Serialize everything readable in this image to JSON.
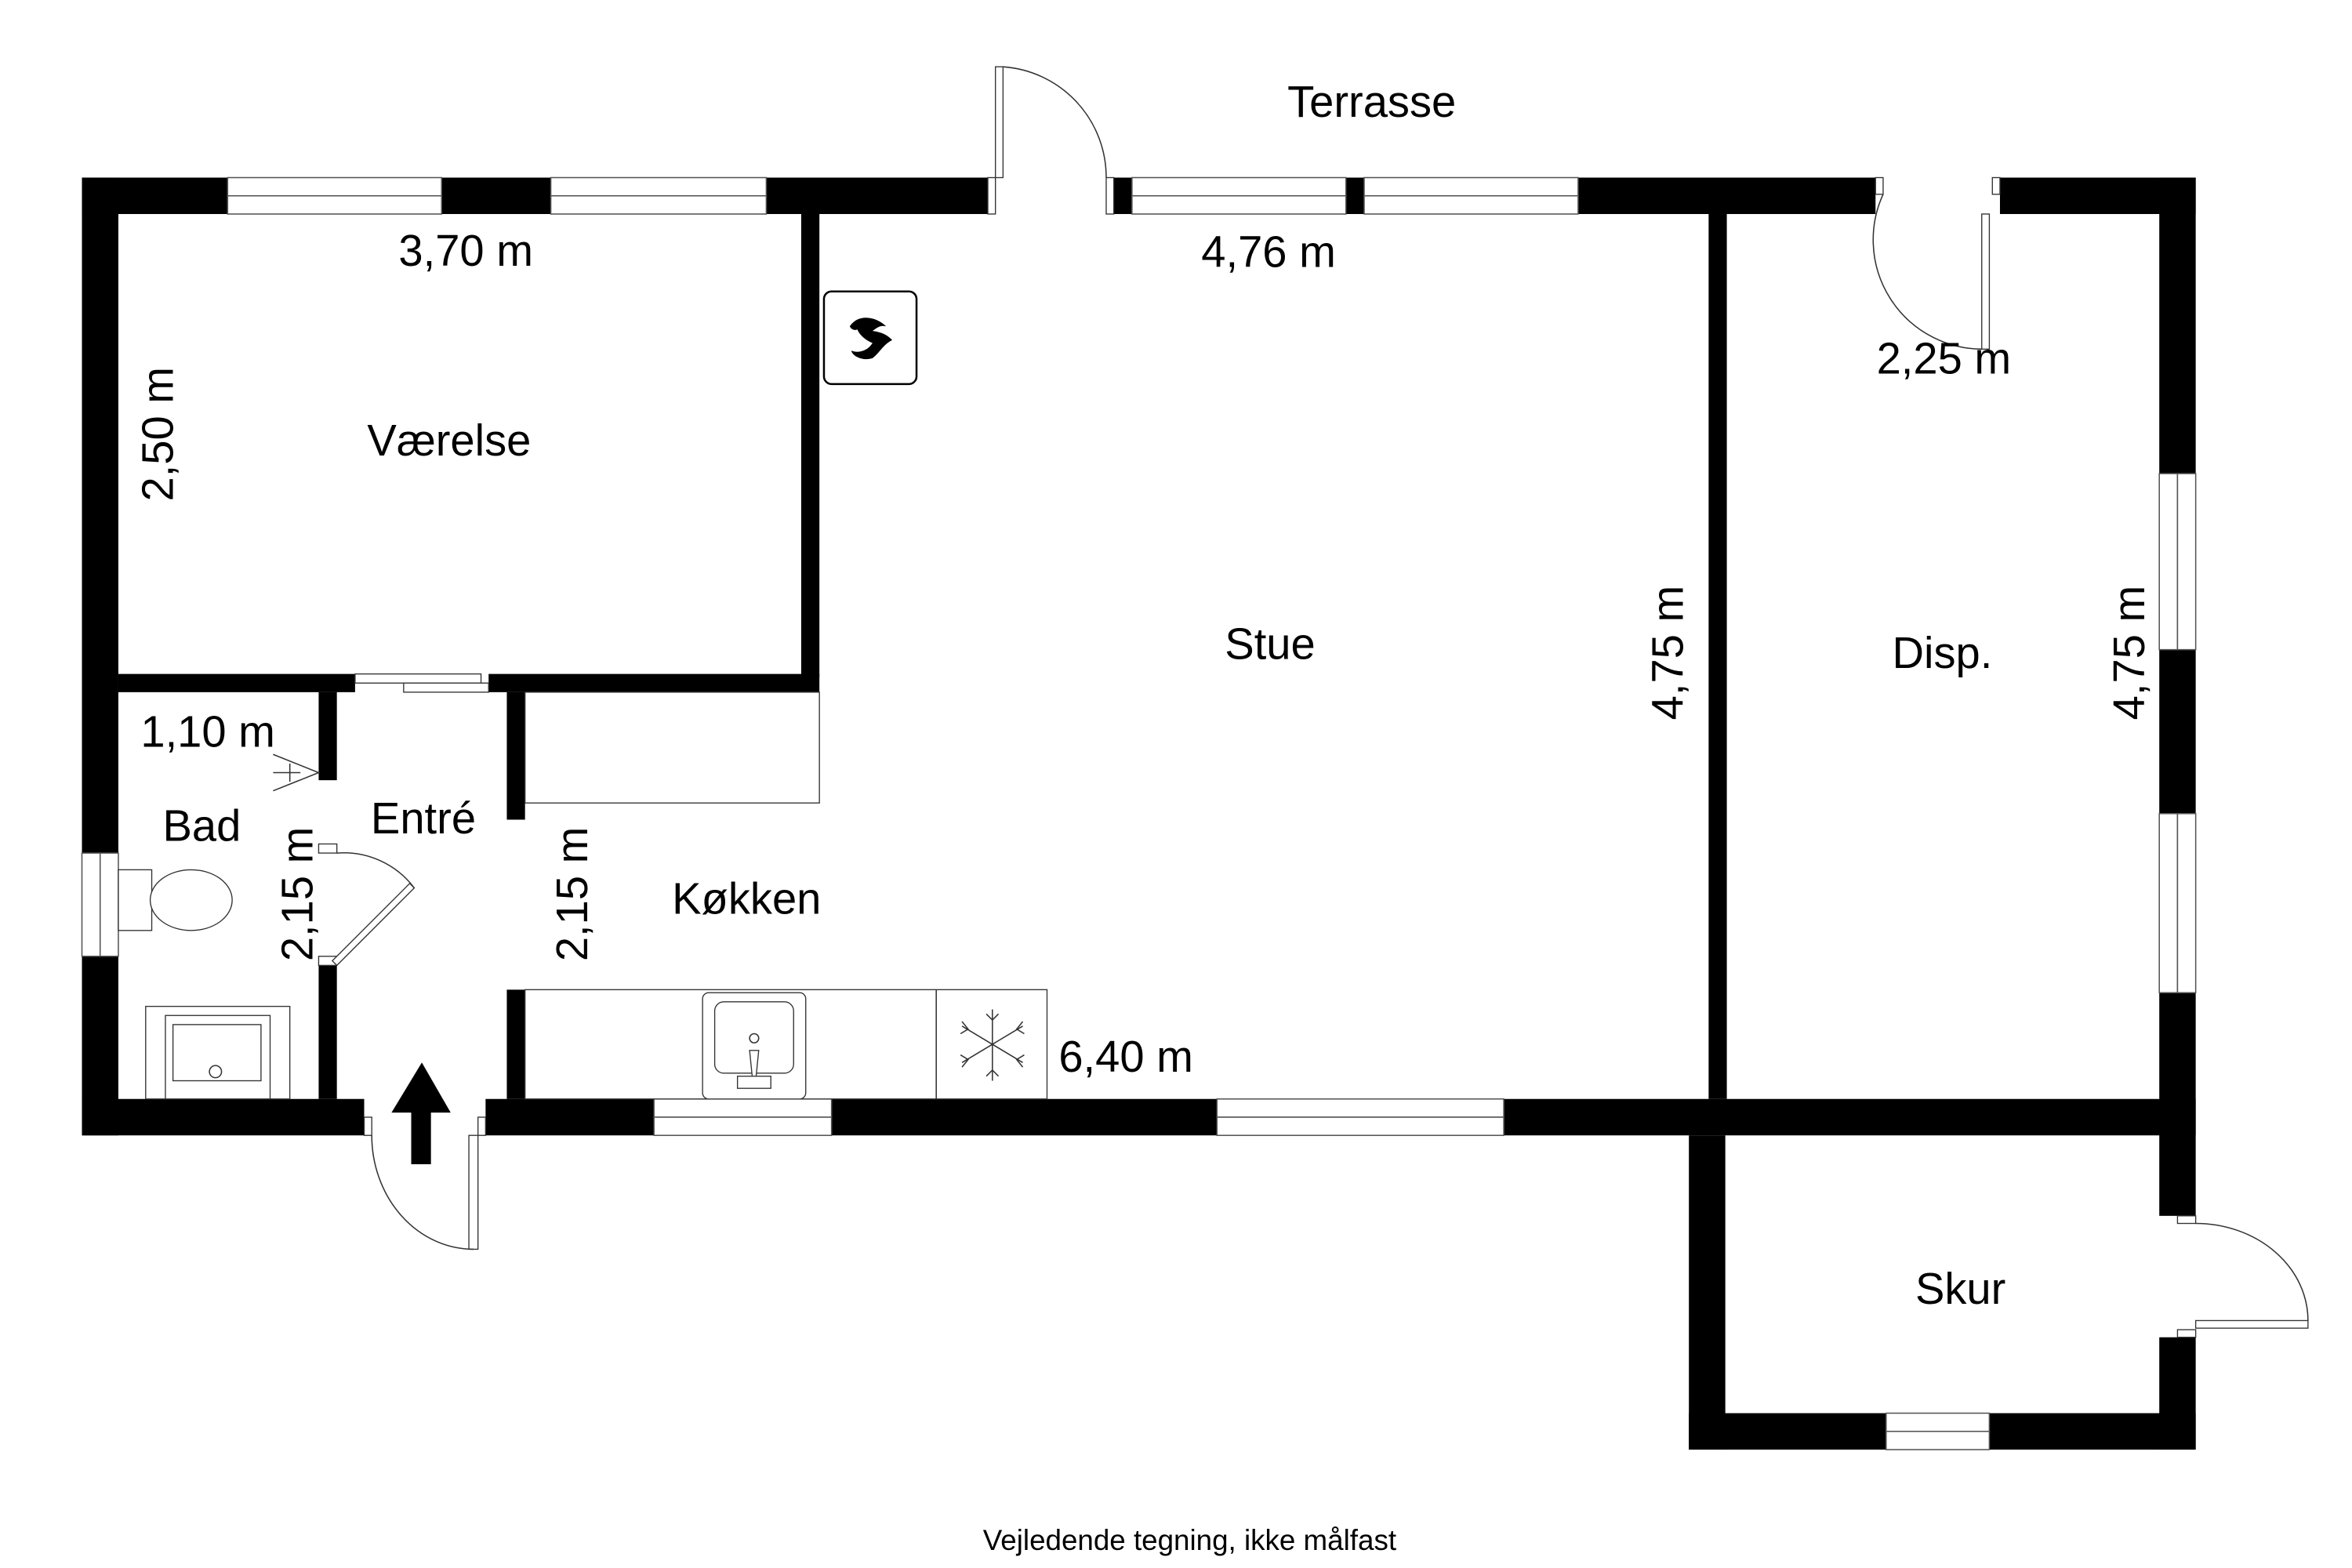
{
  "plan": {
    "outside_label": "Terrasse",
    "footer_note": "Vejledende tegning, ikke målfast",
    "rooms": [
      {
        "id": "vaerelse",
        "name": "Værelse",
        "dims": [
          "3,70 m",
          "2,50 m"
        ]
      },
      {
        "id": "stue",
        "name": "Stue",
        "dims": [
          "4,76 m",
          "4,75 m"
        ]
      },
      {
        "id": "disp",
        "name": "Disp.",
        "dims": [
          "2,25 m",
          "4,75 m"
        ]
      },
      {
        "id": "bad",
        "name": "Bad",
        "dims": [
          "1,10 m",
          "2,15 m"
        ]
      },
      {
        "id": "entre",
        "name": "Entré",
        "dims": [
          "2,15 m"
        ]
      },
      {
        "id": "koekken",
        "name": "Køkken",
        "dims": [
          "6,40 m"
        ]
      },
      {
        "id": "skur",
        "name": "Skur",
        "dims": []
      }
    ],
    "symbols": {
      "fireplace": "fireplace-icon",
      "freezer": "snowflake-freezer-icon",
      "sink": "kitchen-sink-icon",
      "toilet": "toilet-icon",
      "shower": "shower-tray-icon",
      "entrance": "entrance-arrow-icon"
    },
    "colors": {
      "wall": "#000000",
      "background": "#ffffff",
      "line": "#333333"
    }
  }
}
